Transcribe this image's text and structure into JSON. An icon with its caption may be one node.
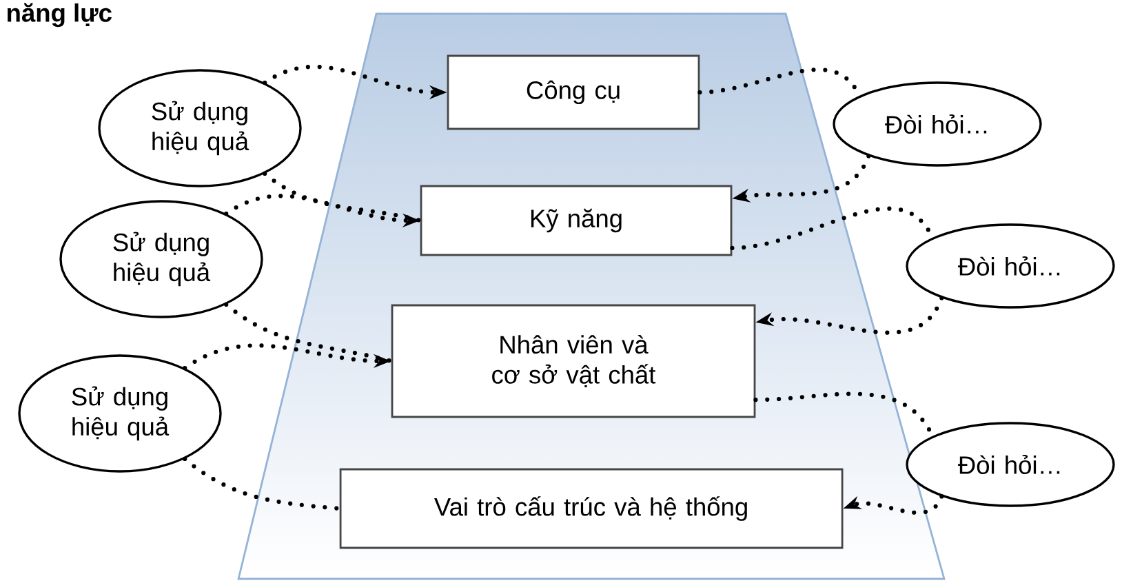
{
  "diagram": {
    "title": "năng lực",
    "nodes": [
      {
        "text": [],
        "shape": "trapezoid"
      },
      {
        "text": [
          "Sử dụng hiệu quả"
        ]
      },
      {
        "text": [
          "Công cụ"
        ],
        "in": 0
      },
      {
        "text": [
          "Đòi hỏi…"
        ]
      },
      {
        "text": [
          "Kỹ năng"
        ],
        "in": 0
      },
      {
        "text": [
          "Sử dụng hiệu quả"
        ]
      },
      {
        "text": [
          "Đòi hỏi…"
        ]
      },
      {
        "text": [
          "Nhân viên và cơ sở vật chất"
        ],
        "in": 0
      },
      {
        "text": [
          "Sử dụng hiệu quả"
        ]
      },
      {
        "text": [
          "Đòi hỏi…"
        ]
      },
      {
        "text": [
          "Vai trò cấu trúc và hệ thống"
        ],
        "in": 0
      }
    ],
    "edges": [
      {
        "from": 1,
        "to": 2,
        "arrow": "to"
      },
      {
        "from": 1,
        "to": 4,
        "arrow": "none"
      },
      {
        "from": 2,
        "to": 3,
        "arrow": "none"
      },
      {
        "from": 3,
        "to": 4,
        "arrow": "to"
      },
      {
        "from": 5,
        "to": 4,
        "arrow": "to"
      },
      {
        "from": 5,
        "to": 7,
        "arrow": "none"
      },
      {
        "from": 4,
        "to": 6,
        "arrow": "none"
      },
      {
        "from": 6,
        "to": 7,
        "arrow": "to"
      },
      {
        "from": 8,
        "to": 7,
        "arrow": "to"
      },
      {
        "from": 8,
        "to": 10,
        "arrow": "none"
      },
      {
        "from": 7,
        "to": 9,
        "arrow": "none"
      },
      {
        "from": 9,
        "to": 10,
        "arrow": "to"
      }
    ]
  }
}
